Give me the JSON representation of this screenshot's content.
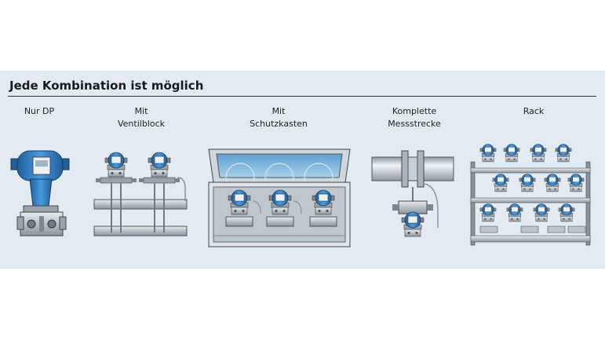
{
  "heading": "Jede Kombination ist möglich",
  "categories": [
    {
      "line1": "",
      "line2": "Nur DP"
    },
    {
      "line1": "Mit",
      "line2": "Ventilblock"
    },
    {
      "line1": "Mit",
      "line2": "Schutzkasten"
    },
    {
      "line1": "Komplette",
      "line2": "Messstrecke"
    },
    {
      "line1": "",
      "line2": "Rack"
    }
  ],
  "colors": {
    "panel": "#e3ebf2",
    "transmitter_blue": "#3a86c8",
    "steel": "#a9b2ba",
    "glass": "#7fb3d9"
  }
}
